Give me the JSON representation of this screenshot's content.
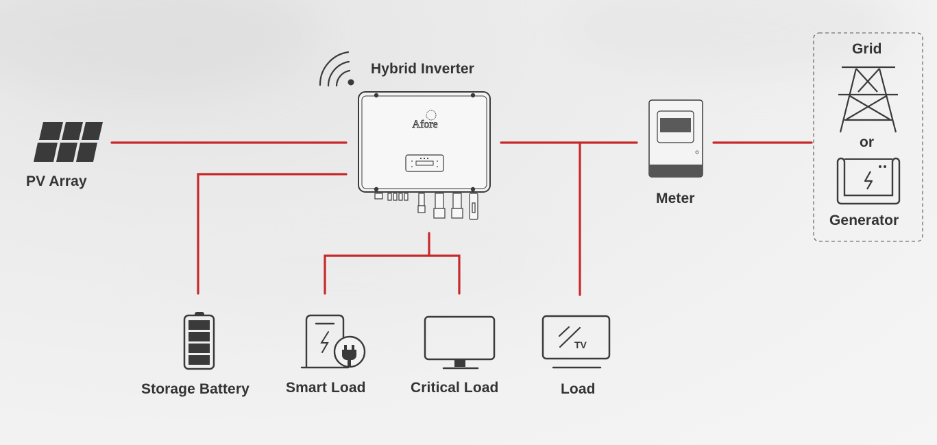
{
  "diagram": {
    "wire_color": "#c8282a",
    "icon_color": "#3a3a3a",
    "nodes": {
      "pv_array": {
        "label": "PV Array",
        "icon": "solar-panel-icon"
      },
      "hybrid_inverter": {
        "label": "Hybrid Inverter",
        "icon": "inverter-icon",
        "brand": "Afore",
        "wifi_icon": "wifi-icon"
      },
      "meter": {
        "label": "Meter",
        "icon": "meter-icon"
      },
      "grid": {
        "label": "Grid",
        "icon": "transmission-tower-icon"
      },
      "or": {
        "label": "or"
      },
      "generator": {
        "label": "Generator",
        "icon": "generator-icon"
      },
      "storage_battery": {
        "label": "Storage Battery",
        "icon": "battery-icon"
      },
      "smart_load": {
        "label": "Smart Load",
        "icon": "smart-plug-device-icon"
      },
      "critical_load": {
        "label": "Critical Load",
        "icon": "monitor-icon"
      },
      "load": {
        "label": "Load",
        "icon": "tv-icon",
        "icon_text": "TV"
      }
    },
    "connections": [
      {
        "from": "pv_array",
        "to": "hybrid_inverter"
      },
      {
        "from": "storage_battery",
        "to": "hybrid_inverter"
      },
      {
        "from": "hybrid_inverter",
        "to": "smart_load"
      },
      {
        "from": "hybrid_inverter",
        "to": "critical_load"
      },
      {
        "from": "hybrid_inverter",
        "to": "meter"
      },
      {
        "from": "hybrid_inverter",
        "to": "load"
      },
      {
        "from": "meter",
        "to": "grid_or_generator"
      }
    ]
  }
}
